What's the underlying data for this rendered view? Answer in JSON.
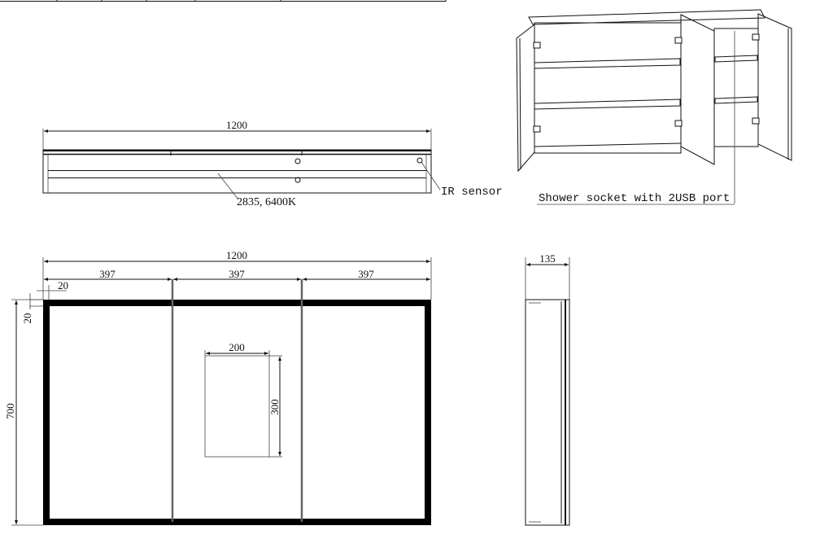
{
  "top_view": {
    "width_dim": "1200",
    "led_label": "2835, 6400K",
    "sensor_label": "IR sensor"
  },
  "iso_view": {
    "socket_label": "Shower socket with 2USB port"
  },
  "front_view": {
    "width_dim": "1200",
    "door_dims": [
      "397",
      "397",
      "397"
    ],
    "frame_h_dim": "20",
    "frame_v_dim": "20",
    "height_dim": "700",
    "inset_width_dim": "200",
    "inset_height_dim": "300"
  },
  "side_view": {
    "depth_dim": "135"
  }
}
